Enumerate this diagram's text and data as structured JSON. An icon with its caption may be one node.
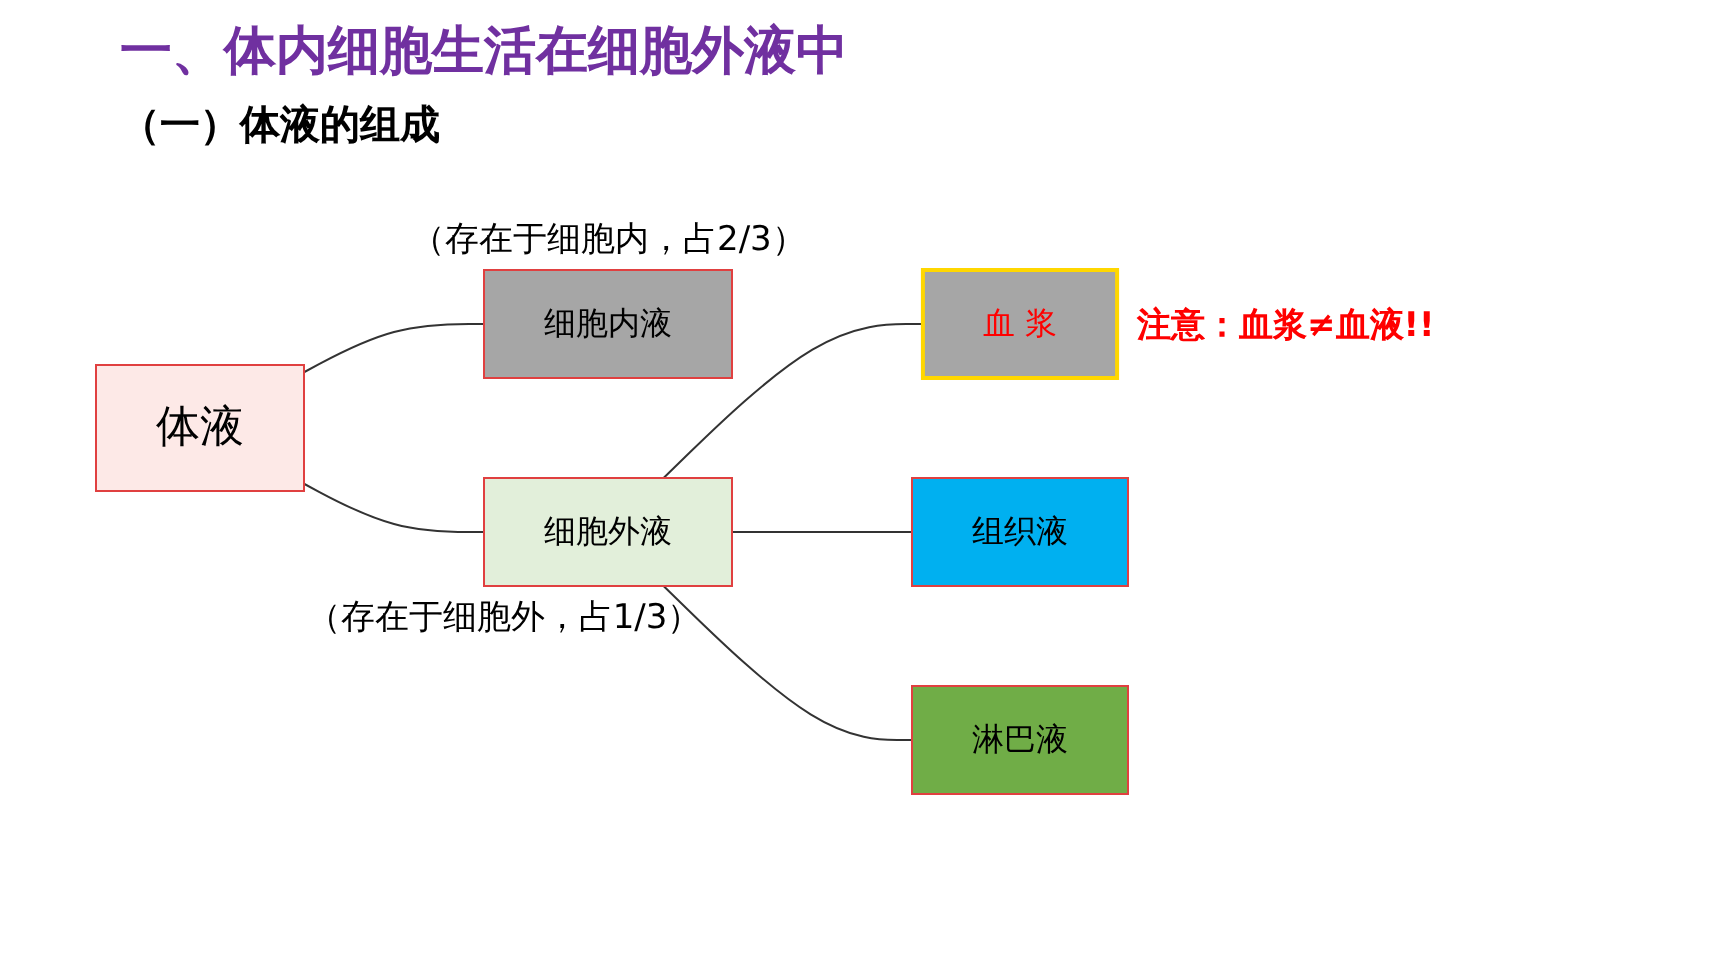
{
  "diagram": {
    "title": "一、体内细胞生活在细胞外液中",
    "nodes": [
      {
        "text": [
          "体液"
        ]
      },
      {
        "text": [
          "细胞内液"
        ],
        "beside": [
          "（存在于细胞内，占2/3）"
        ]
      },
      {
        "text": [
          "细胞外液"
        ],
        "beside": [
          "（存在于细胞外，占1/3）"
        ]
      },
      {
        "text": [
          "血 浆"
        ],
        "beside": [
          "注意：血浆≠血液!!"
        ]
      },
      {
        "text": [
          "组织液"
        ]
      },
      {
        "text": [
          "淋巴液"
        ]
      }
    ],
    "edges": [
      {
        "from": 0,
        "to": 1,
        "arrow": "none"
      },
      {
        "from": 0,
        "to": 2,
        "arrow": "none"
      },
      {
        "from": 2,
        "to": 3,
        "arrow": "none"
      },
      {
        "from": 2,
        "to": 4,
        "arrow": "none"
      },
      {
        "from": 2,
        "to": 5,
        "arrow": "none"
      }
    ],
    "labels": [
      "（一）体液的组成"
    ]
  }
}
